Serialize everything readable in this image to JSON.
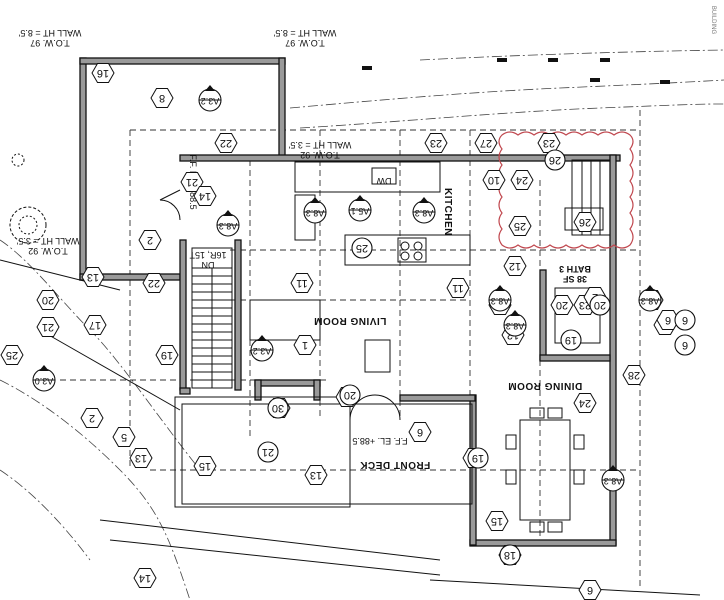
{
  "plan": {
    "rooms": {
      "living": "LIVING ROOM",
      "kitchen": "KITCHEN",
      "dining": "DINING ROOM",
      "front_deck": "FRONT DECK",
      "bath": "BATH 3",
      "bath_area": "38 SF"
    },
    "notes": {
      "tow_top": "T.O.W. 97",
      "wallht_top": "WALL HT = 8.5'",
      "tow_left": "T.O.W. 97",
      "wallht_left": "WALL HT = 8.5'",
      "tow_left2": "T.O.W. 92",
      "wallht_left2": "WALL HT = 3.5'",
      "tow_mid": "T.O.W. 92",
      "wallht_mid": "WALL HT = 3.5'",
      "ff_left": "F.F. EL. +88.5",
      "ff_deck": "F.F. EL. +88.5",
      "stair_dn": "DN",
      "stair_risers": "16R, 15T",
      "dw": "DW",
      "stamp": "BUILDING"
    },
    "tags": [
      "16",
      "8",
      "22",
      "21",
      "14",
      "13",
      "22",
      "17",
      "20",
      "21",
      "25",
      "19",
      "2",
      "5",
      "13",
      "15",
      "13",
      "30",
      "20",
      "6",
      "19",
      "1",
      "18",
      "14",
      "6",
      "24",
      "28",
      "1",
      "6",
      "12",
      "11",
      "11",
      "23",
      "27",
      "10",
      "24",
      "23",
      "25",
      "26",
      "15",
      "23",
      "7",
      "20",
      "12",
      "2",
      "2",
      "2"
    ],
    "refs": {
      "a32_top": "A3.2",
      "a83_a": "A8.3",
      "a83_b": "A8.3",
      "a83_c": "A8.3",
      "a83_d": "A8.3",
      "a83_e": "A8.3",
      "a83_f": "A8.3",
      "a83_g": "A8.3",
      "a51": "A5.1",
      "a32_living": "A3.2",
      "a30": "A3.0"
    },
    "grid_bubbles": {
      "b25": "25",
      "b26": "26",
      "b20": "20",
      "b21": "21",
      "b6": "6",
      "b6b": "6",
      "b20d": "20",
      "b30": "30",
      "b19": "19",
      "b18": "18",
      "b19b": "19"
    },
    "colors": {
      "wall_fill": "#9a9a9a",
      "line": "#111111",
      "revision_cloud": "#c0484f"
    }
  }
}
